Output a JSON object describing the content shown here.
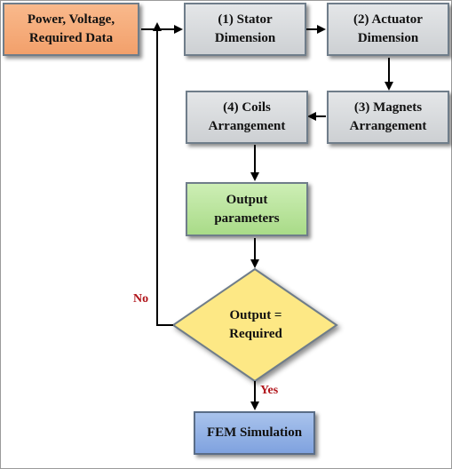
{
  "nodes": {
    "input": "Power, Voltage,\nRequired Data",
    "stator": "(1) Stator\nDimension",
    "actuator": "(2) Actuator\nDimension",
    "magnets": "(3) Magnets\nArrangement",
    "coils": "(4) Coils\nArrangement",
    "output_params": "Output\nparameters",
    "decision": "Output =\nRequired",
    "fem": "FEM Simulation"
  },
  "edge_labels": {
    "no": "No",
    "yes": "Yes"
  },
  "colors": {
    "input_fill": "#f4a571",
    "step_fill": "#d6d8db",
    "output_fill": "#b5e296",
    "decision_fill": "#fde885",
    "fem_fill": "#8aaae3",
    "label_red": "#b0141a"
  }
}
